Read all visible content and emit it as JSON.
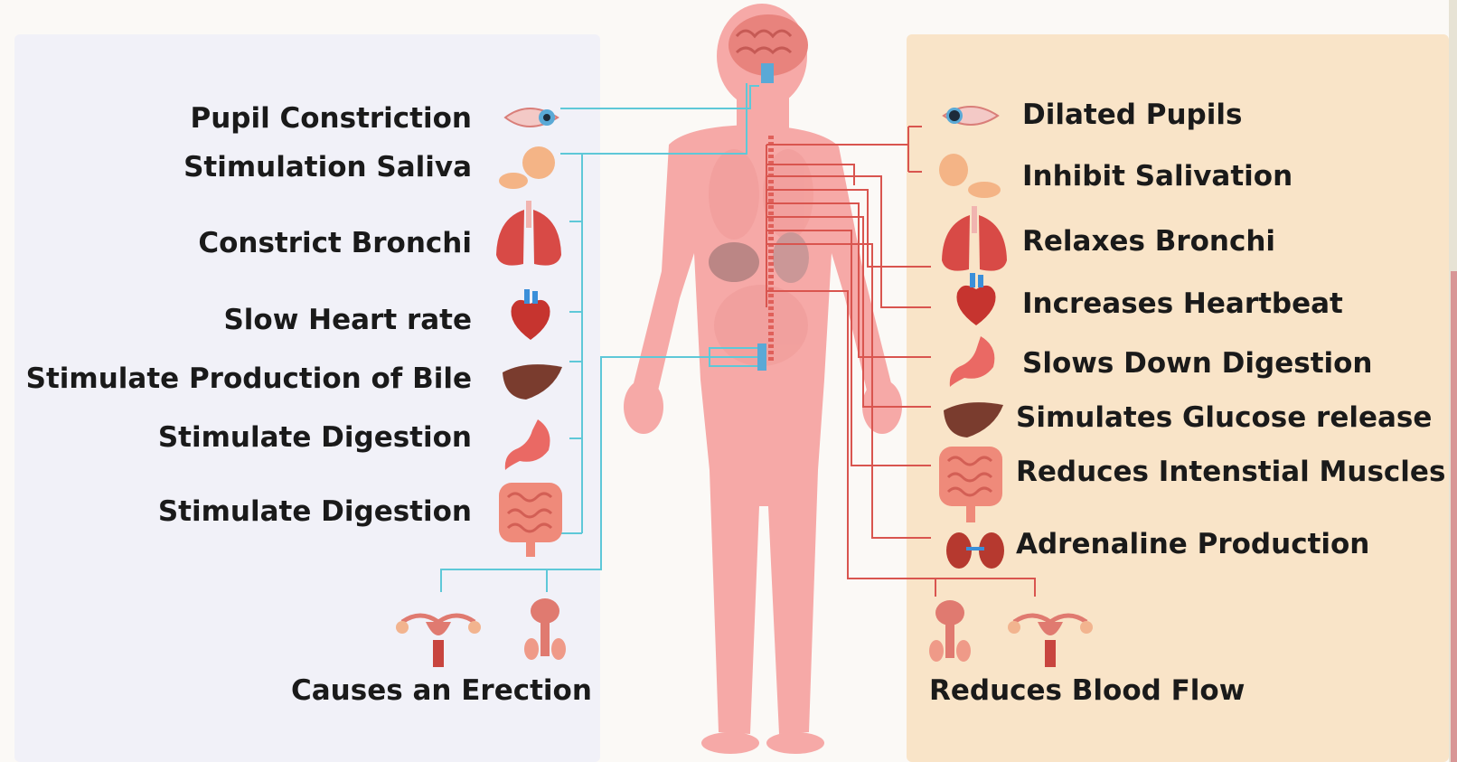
{
  "colors": {
    "parasympathetic_line": "#5ec8d8",
    "sympathetic_line": "#d9554f",
    "left_panel": "#f1f1f8",
    "right_panel": "#f9e4c8",
    "body": "#f6a8a6"
  },
  "left": {
    "items": [
      {
        "label": "Pupil Constriction",
        "icon": "eye-icon"
      },
      {
        "label": "Stimulation Saliva",
        "icon": "salivary-gland-icon"
      },
      {
        "label": "Constrict Bronchi",
        "icon": "lungs-icon"
      },
      {
        "label": "Slow Heart rate",
        "icon": "heart-icon"
      },
      {
        "label": "Stimulate Production of Bile",
        "icon": "liver-icon"
      },
      {
        "label": "Stimulate Digestion",
        "icon": "stomach-icon"
      },
      {
        "label": "Stimulate Digestion",
        "icon": "intestines-icon"
      }
    ],
    "bottom": {
      "label": "Causes an Erection",
      "icons": [
        "female-reproductive-icon",
        "male-reproductive-icon"
      ]
    }
  },
  "right": {
    "items": [
      {
        "label": "Dilated Pupils",
        "icon": "eye-icon"
      },
      {
        "label": "Inhibit Salivation",
        "icon": "salivary-gland-icon"
      },
      {
        "label": "Relaxes Bronchi",
        "icon": "lungs-icon"
      },
      {
        "label": "Increases Heartbeat",
        "icon": "heart-icon"
      },
      {
        "label": "Slows Down Digestion",
        "icon": "stomach-icon"
      },
      {
        "label": "Simulates Glucose release",
        "icon": "liver-icon"
      },
      {
        "label": "Reduces Intenstial Muscles",
        "icon": "intestines-icon"
      },
      {
        "label": "Adrenaline Production",
        "icon": "kidneys-icon"
      }
    ],
    "bottom": {
      "label": "Reduces Blood Flow",
      "icons": [
        "male-reproductive-icon",
        "female-reproductive-icon"
      ]
    }
  }
}
